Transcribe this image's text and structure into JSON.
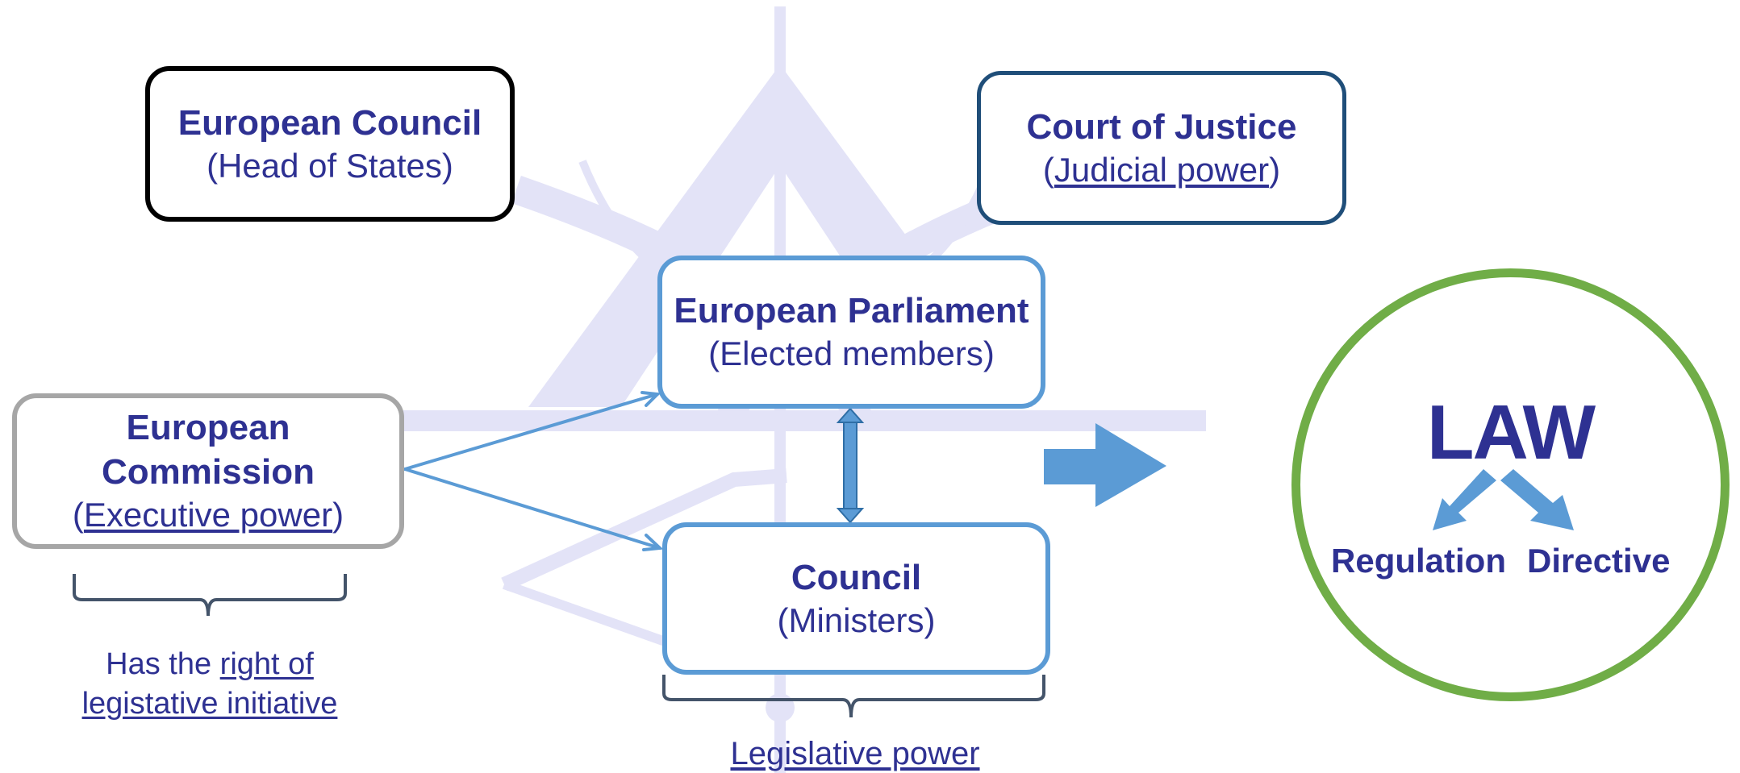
{
  "european_council": {
    "title": "European Council",
    "subtitle": "(Head of States)"
  },
  "court_of_justice": {
    "title": "Court of Justice",
    "paren_open": "(",
    "subtitle_link": "Judicial power",
    "paren_close": ")"
  },
  "european_parliament": {
    "title": "European Parliament",
    "subtitle": "(Elected members)"
  },
  "council": {
    "title": "Council",
    "subtitle": "(Ministers)"
  },
  "european_commission": {
    "title_line1": "European",
    "title_line2": "Commission",
    "paren_open": "(",
    "subtitle_link": "Executive power",
    "paren_close": ")"
  },
  "commission_note": {
    "prefix": "Has the ",
    "link_line1": "right of",
    "link_line2": "legistative initiative"
  },
  "legislative_note": {
    "link": "Legislative power"
  },
  "law": {
    "title": "LAW",
    "left_item": "Regulation",
    "right_item": "Directive"
  },
  "colors": {
    "text": "#2e3192",
    "connector": "#5b9bd5",
    "law_circle": "#70ad47",
    "court_border": "#1f4e79",
    "commission_border": "#a6a6a6",
    "watermark": "#e3e3f7"
  }
}
